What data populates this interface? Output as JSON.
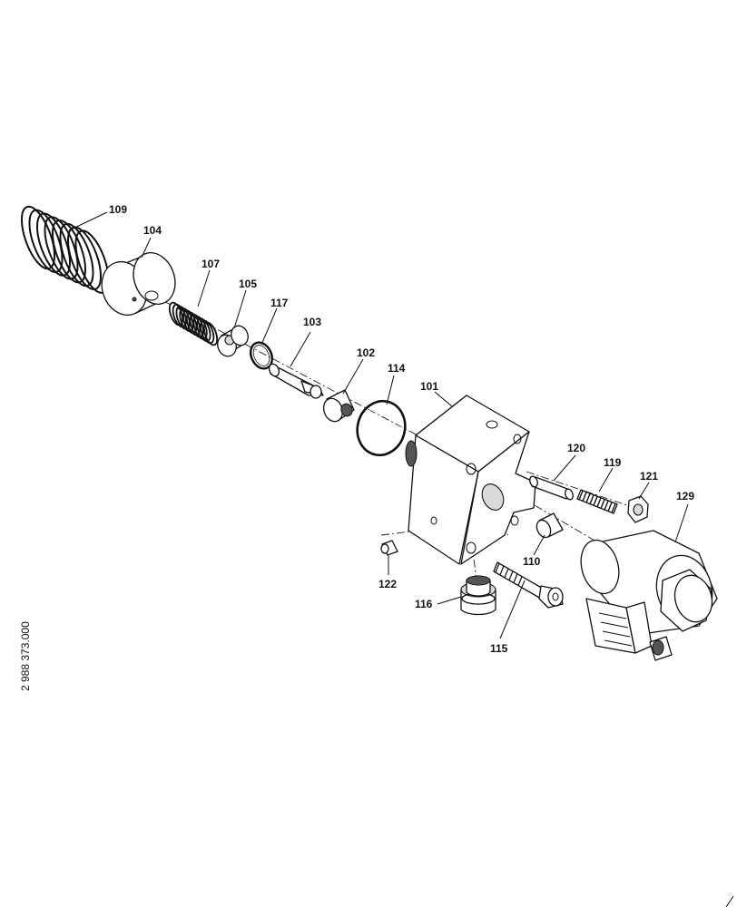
{
  "document_number": "2 988 373.000",
  "callouts": {
    "c101": "101",
    "c102": "102",
    "c103": "103",
    "c104": "104",
    "c105": "105",
    "c107": "107",
    "c109": "109",
    "c110": "110",
    "c114": "114",
    "c115": "115",
    "c116": "116",
    "c117": "117",
    "c119": "119",
    "c120": "120",
    "c121": "121",
    "c122": "122",
    "c129": "129"
  }
}
